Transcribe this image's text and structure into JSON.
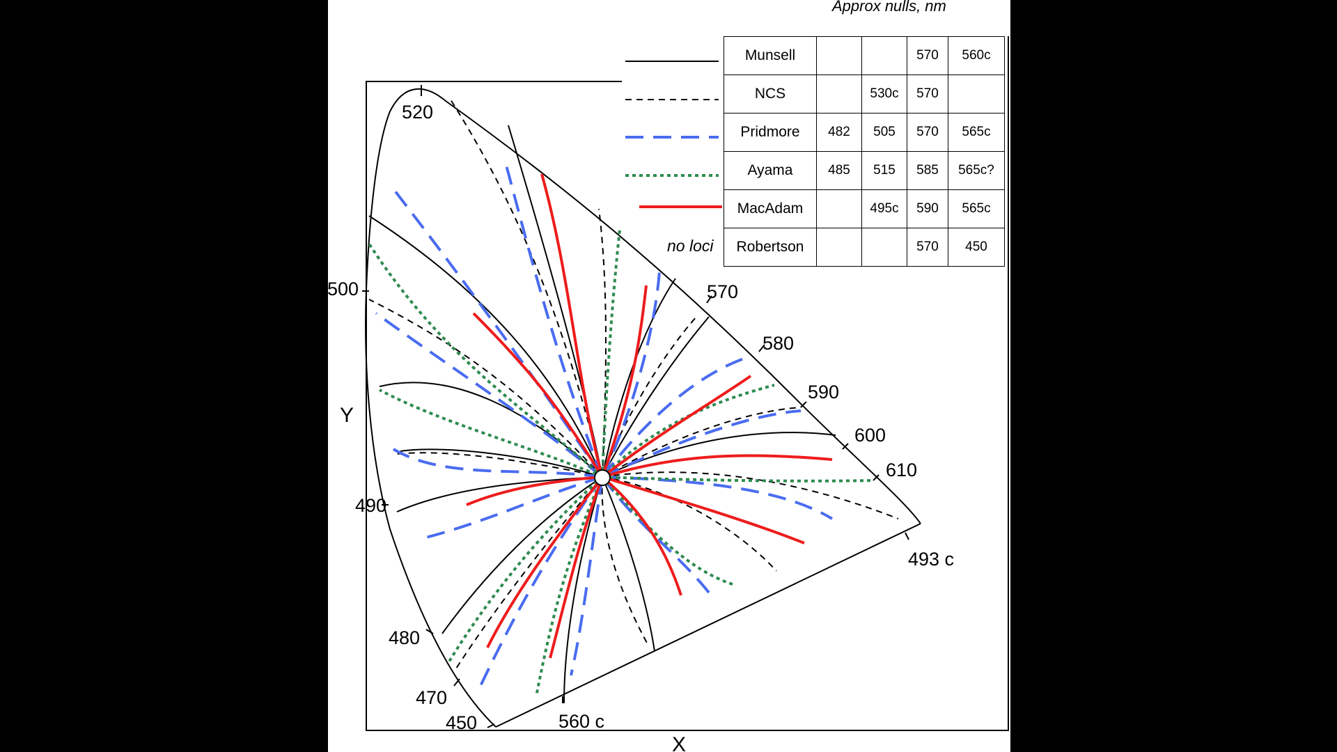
{
  "table_title": "Approx nulls, nm",
  "no_loci_label": "no loci",
  "axis": {
    "x": "X",
    "y": "Y"
  },
  "wavelength_labels": [
    "520",
    "500",
    "490",
    "480",
    "470",
    "450",
    "560 c",
    "570",
    "580",
    "590",
    "600",
    "610",
    "493 c"
  ],
  "systems": [
    {
      "name": "Munsell",
      "style": "solid-black",
      "nulls": [
        "",
        "",
        "570",
        "560c"
      ]
    },
    {
      "name": "NCS",
      "style": "dashed-black",
      "nulls": [
        "",
        "530c",
        "570",
        ""
      ]
    },
    {
      "name": "Pridmore",
      "style": "dashed-blue",
      "nulls": [
        "482",
        "505",
        "570",
        "565c"
      ]
    },
    {
      "name": "Ayama",
      "style": "dotted-green",
      "nulls": [
        "485",
        "515",
        "585",
        "565c?"
      ]
    },
    {
      "name": "MacAdam",
      "style": "solid-red",
      "nulls": [
        "",
        "495c",
        "590",
        "565c"
      ]
    },
    {
      "name": "Robertson",
      "style": "none",
      "nulls": [
        "",
        "",
        "570",
        "450"
      ]
    }
  ],
  "colors": {
    "munsell": "#000000",
    "ncs": "#000000",
    "pridmore": "#4a6cf0",
    "ayama": "#2e8b4f",
    "macadam": "#ee1c1c"
  }
}
